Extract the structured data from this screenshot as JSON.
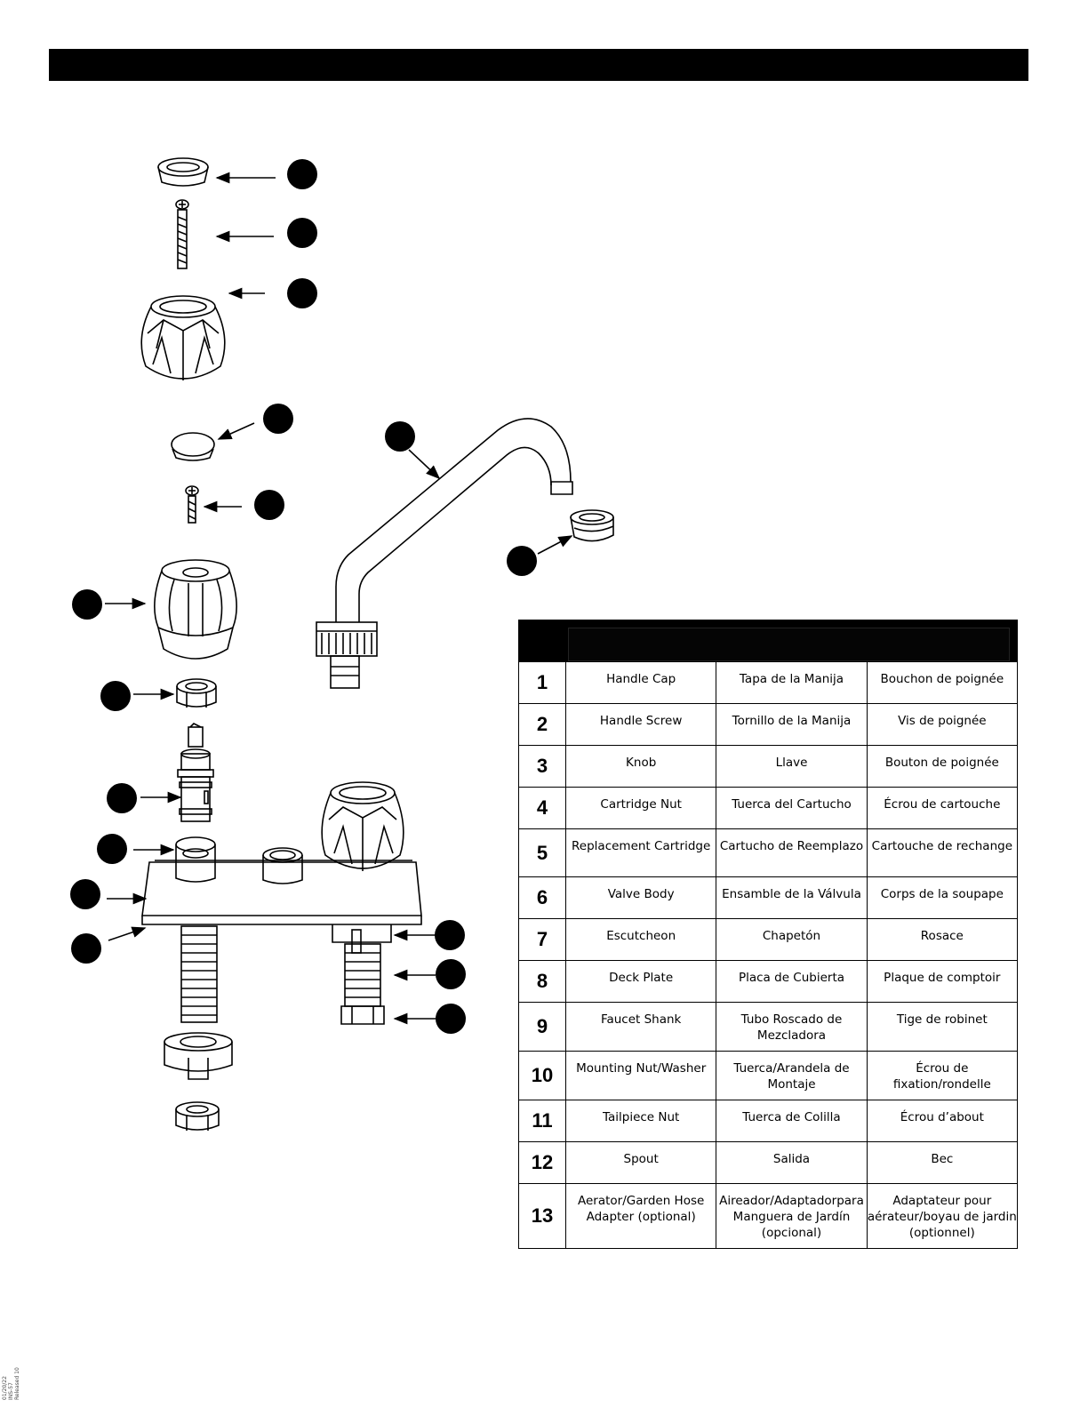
{
  "parts_table": {
    "rows": [
      {
        "num": "1",
        "en": "Handle Cap",
        "es": "Tapa de la Manija",
        "fr": "Bouchon de poignée"
      },
      {
        "num": "2",
        "en": "Handle Screw",
        "es": "Tornillo de la Manija",
        "fr": "Vis de poignée"
      },
      {
        "num": "3",
        "en": "Knob",
        "es": "Llave",
        "fr": "Bouton de poignée"
      },
      {
        "num": "4",
        "en": "Cartridge Nut",
        "es": "Tuerca del Cartucho",
        "fr": "Écrou de cartouche"
      },
      {
        "num": "5",
        "en": "Replacement Cartridge",
        "es": "Cartucho de Reemplazo",
        "fr": "Cartouche de rechange"
      },
      {
        "num": "6",
        "en": "Valve Body",
        "es": "Ensamble de la Válvula",
        "fr": "Corps de la soupape"
      },
      {
        "num": "7",
        "en": "Escutcheon",
        "es": "Chapetón",
        "fr": "Rosace"
      },
      {
        "num": "8",
        "en": "Deck Plate",
        "es": "Placa de Cubierta",
        "fr": "Plaque de comptoir"
      },
      {
        "num": "9",
        "en": "Faucet Shank",
        "es": "Tubo Roscado de Mezcladora",
        "fr": "Tige de robinet"
      },
      {
        "num": "10",
        "en": "Mounting Nut/Washer",
        "es": "Tuerca/Arandela de Montaje",
        "fr": "Écrou de fixation/rondelle"
      },
      {
        "num": "11",
        "en": "Tailpiece Nut",
        "es": "Tuerca de Colilla",
        "fr": "Écrou d’about"
      },
      {
        "num": "12",
        "en": "Spout",
        "es": "Salida",
        "fr": "Bec"
      },
      {
        "num": "13",
        "en": "Aerator/Garden Hose Adapter  (optional)",
        "es": "Aireador/Adaptadorpara Manguera de Jardín (opcional)",
        "fr": "Adaptateur pour aérateur/boyau de jardin (optionnel)"
      }
    ]
  },
  "side_note": "01/20/22  INS-57 Released 10"
}
